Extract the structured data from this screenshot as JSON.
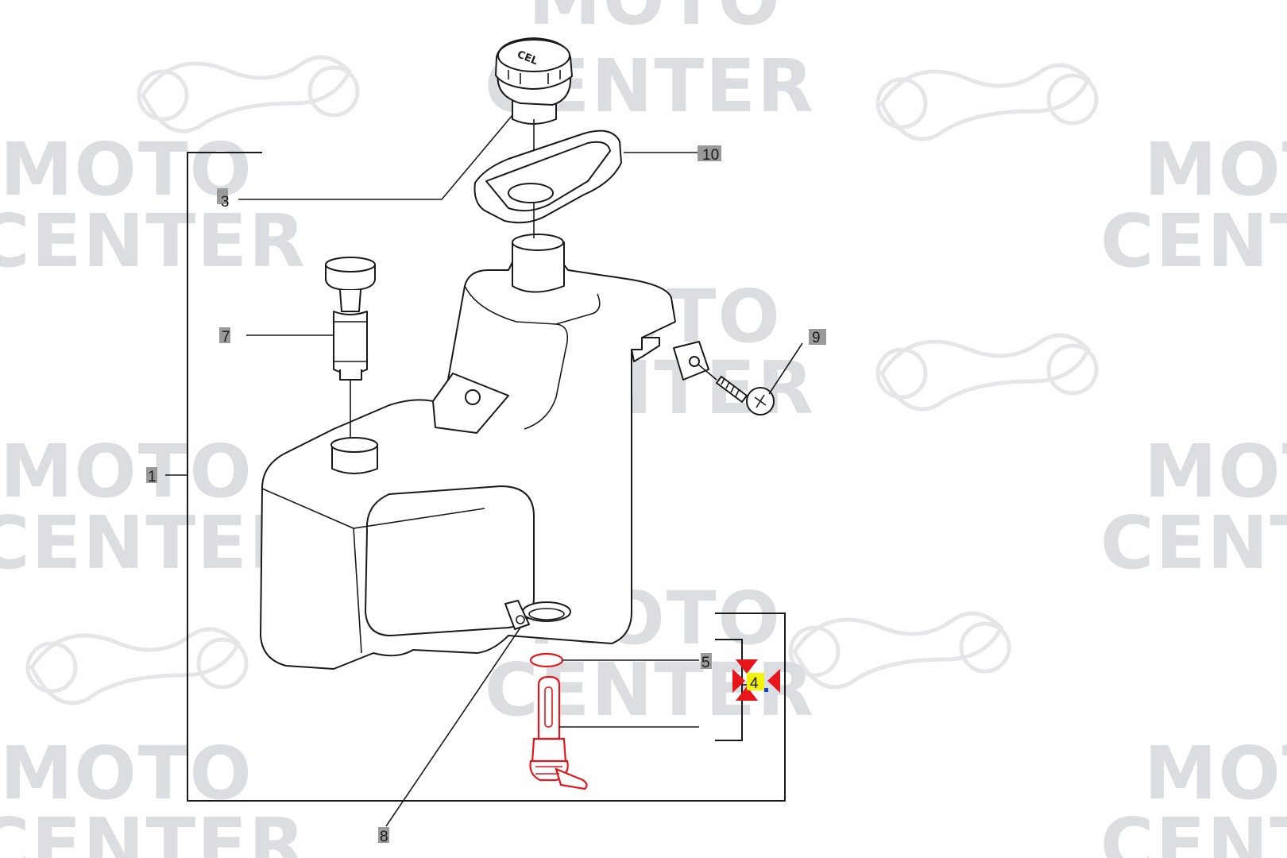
{
  "watermark": {
    "line1": "MOTO",
    "line2": "CENTER"
  },
  "cap_marking": "CEL",
  "callouts": {
    "c1": "1",
    "c3": "3",
    "c4": "4",
    "c5": "5",
    "c7": "7",
    "c8": "8",
    "c9": "9",
    "c10": "10"
  },
  "colors": {
    "highlight_red": "#e8151b",
    "highlight_yellow": "#f2f20a",
    "watermark_gray": "#dcdde0",
    "callout_gray": "#9a9a9a"
  }
}
